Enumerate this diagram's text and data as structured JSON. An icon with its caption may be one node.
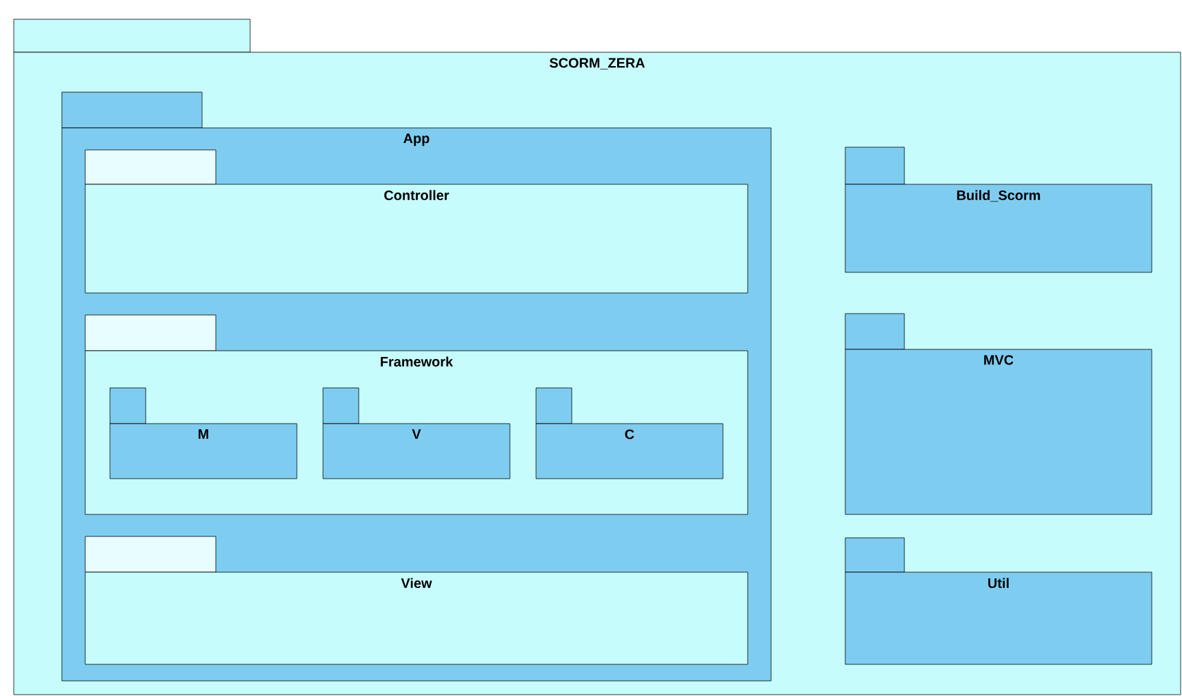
{
  "diagram": {
    "nodes": [
      {
        "text": [
          "SCORM_ZERA"
        ]
      },
      {
        "text": [
          "App"
        ],
        "in": 0
      },
      {
        "text": [
          "Controller"
        ],
        "in": 1
      },
      {
        "text": [
          "Framework"
        ],
        "in": 1
      },
      {
        "text": [
          "M"
        ],
        "in": 3
      },
      {
        "text": [
          "V"
        ],
        "in": 3
      },
      {
        "text": [
          "C"
        ],
        "in": 3
      },
      {
        "text": [
          "View"
        ],
        "in": 1
      },
      {
        "text": [
          "Build_Scorm"
        ],
        "in": 0
      },
      {
        "text": [
          "MVC"
        ],
        "in": 0
      },
      {
        "text": [
          "Util"
        ],
        "in": 0
      }
    ]
  }
}
